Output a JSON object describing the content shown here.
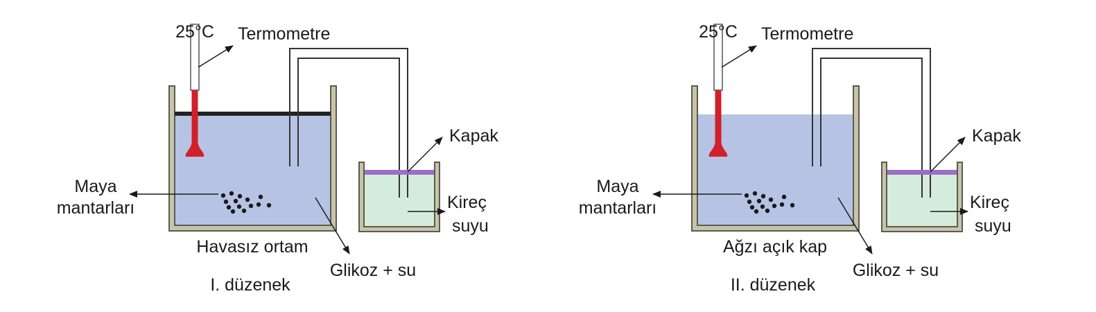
{
  "colors": {
    "water": "#b7c3e4",
    "limewater": "#d4ecdc",
    "lid": "#9b6fc4",
    "container": "#5b5a50",
    "container_fill": "#c8c4a9",
    "thermometer": "#d1202a",
    "tube": "#333333",
    "yeast": "#1a1a1a"
  },
  "setups": [
    {
      "temperature": "25°C",
      "thermometer_label": "Termometre",
      "lid_label": "Kapak",
      "limewater_label_line1": "Kireç",
      "limewater_label_line2": "suyu",
      "yeast_label_line1": "Maya",
      "yeast_label_line2": "mantarları",
      "medium_label": "Havasız ortam",
      "solution_label": "Glikoz + su",
      "setup_label": "I. düzenek"
    },
    {
      "temperature": "25°C",
      "thermometer_label": "Termometre",
      "lid_label": "Kapak",
      "limewater_label_line1": "Kireç",
      "limewater_label_line2": "suyu",
      "yeast_label_line1": "Maya",
      "yeast_label_line2": "mantarları",
      "medium_label": "Ağzı açık kap",
      "solution_label": "Glikoz + su",
      "setup_label": "II. düzenek"
    }
  ]
}
